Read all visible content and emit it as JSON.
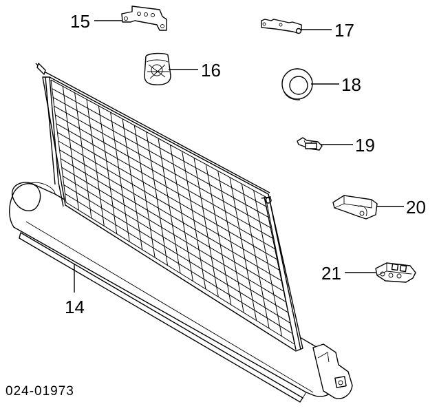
{
  "diagram": {
    "reference_code": "024-01973",
    "callouts": [
      "14",
      "15",
      "16",
      "17",
      "18",
      "19",
      "20",
      "21"
    ]
  }
}
